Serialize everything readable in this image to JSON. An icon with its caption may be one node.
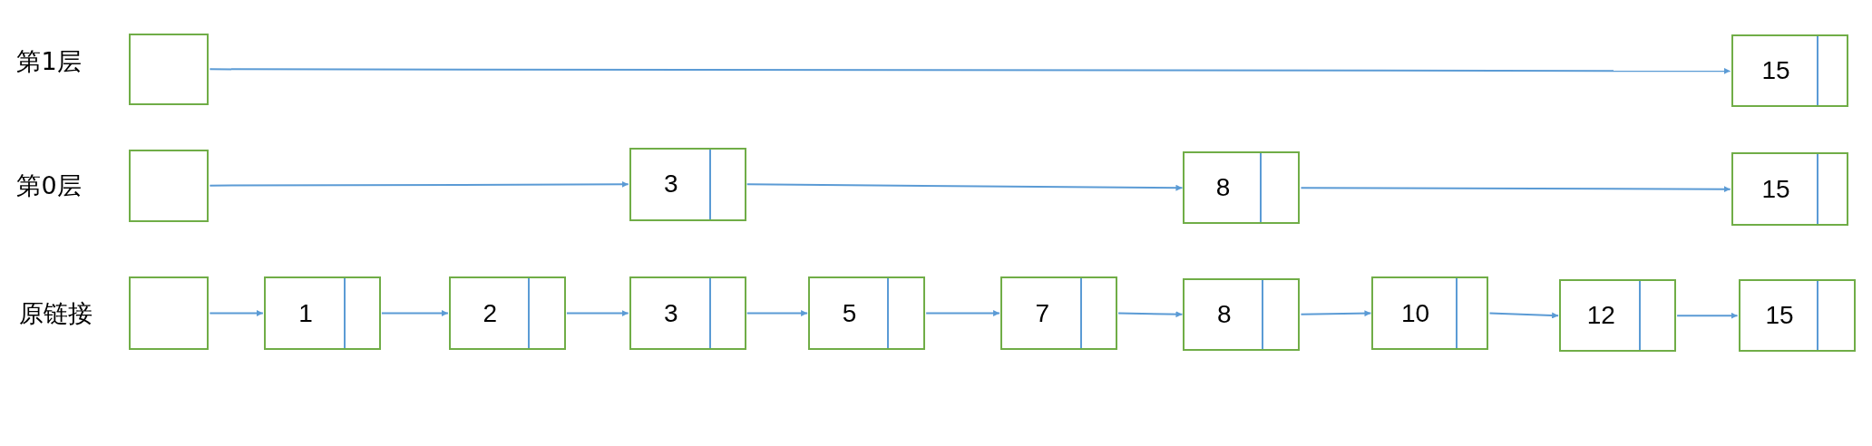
{
  "diagram": {
    "nodes": [
      {
        "text": [],
        "shape": "box"
      },
      {
        "text": [
          "15"
        ]
      },
      {
        "text": [],
        "shape": "box"
      },
      {
        "text": [
          "3"
        ]
      },
      {
        "text": [
          "8"
        ]
      },
      {
        "text": [
          "15"
        ]
      },
      {
        "text": [],
        "shape": "box"
      },
      {
        "text": [
          "1"
        ]
      },
      {
        "text": [
          "2"
        ]
      },
      {
        "text": [
          "3"
        ]
      },
      {
        "text": [
          "5"
        ]
      },
      {
        "text": [
          "7"
        ]
      },
      {
        "text": [
          "8"
        ]
      },
      {
        "text": [
          "10"
        ]
      },
      {
        "text": [
          "12"
        ]
      },
      {
        "text": [
          "15"
        ]
      }
    ],
    "edges": [
      {
        "from": 0,
        "to": 1,
        "arrow": "to"
      },
      {
        "from": 2,
        "to": 3,
        "arrow": "to"
      },
      {
        "from": 3,
        "to": 4,
        "arrow": "to"
      },
      {
        "from": 4,
        "to": 5,
        "arrow": "to"
      },
      {
        "from": 6,
        "to": 7,
        "arrow": "to"
      },
      {
        "from": 7,
        "to": 8,
        "arrow": "to"
      },
      {
        "from": 8,
        "to": 9,
        "arrow": "to"
      },
      {
        "from": 9,
        "to": 10,
        "arrow": "to"
      },
      {
        "from": 10,
        "to": 11,
        "arrow": "to"
      },
      {
        "from": 11,
        "to": 12,
        "arrow": "to"
      },
      {
        "from": 12,
        "to": 13,
        "arrow": "to"
      },
      {
        "from": 13,
        "to": 14,
        "arrow": "to"
      },
      {
        "from": 14,
        "to": 15,
        "arrow": "to"
      }
    ],
    "labels": [
      "第1层",
      "第0层",
      "原链接"
    ]
  }
}
